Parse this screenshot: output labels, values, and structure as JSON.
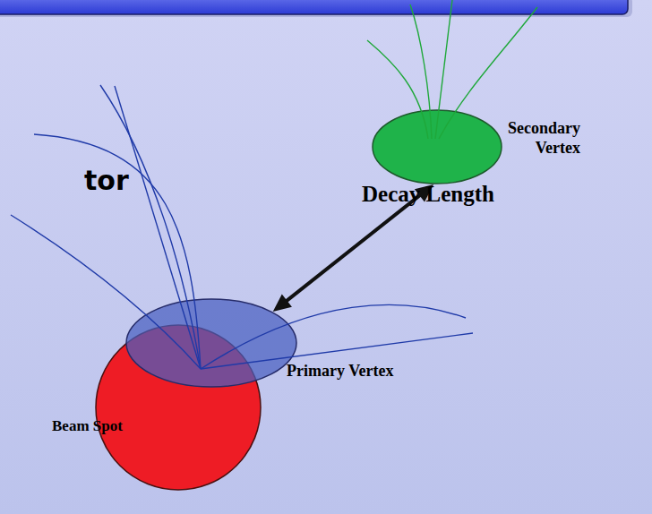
{
  "diagram": {
    "nodes": [
      {
        "text": [
          "Secondary Vertex"
        ]
      },
      {
        "text": [
          "Primary Vertex"
        ]
      },
      {
        "text": [
          "Beam Spot"
        ]
      }
    ],
    "edges": [
      {
        "from": 1,
        "to": 0,
        "arrow": "both",
        "label": "Decay Length"
      }
    ],
    "labels": [
      "tor"
    ]
  }
}
